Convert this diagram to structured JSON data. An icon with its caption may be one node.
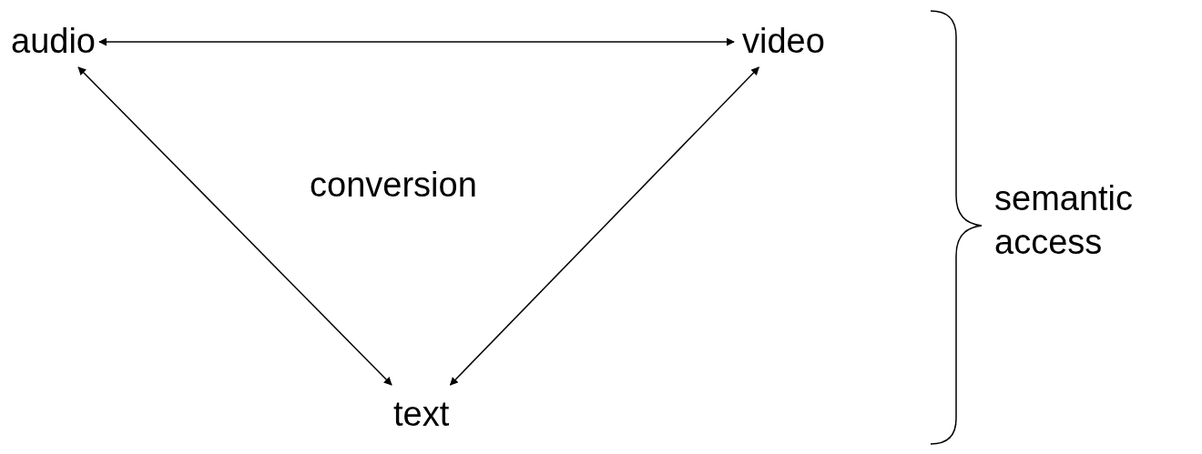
{
  "diagram": {
    "nodes": [
      {
        "text": [
          "audio"
        ]
      },
      {
        "text": [
          "video"
        ]
      },
      {
        "text": [
          "text"
        ]
      }
    ],
    "edges": [
      {
        "from": 0,
        "to": 1,
        "arrow": "both"
      },
      {
        "from": 0,
        "to": 2,
        "arrow": "both"
      },
      {
        "from": 1,
        "to": 2,
        "arrow": "both"
      }
    ],
    "labels": [
      "conversion",
      "semantic access"
    ]
  }
}
